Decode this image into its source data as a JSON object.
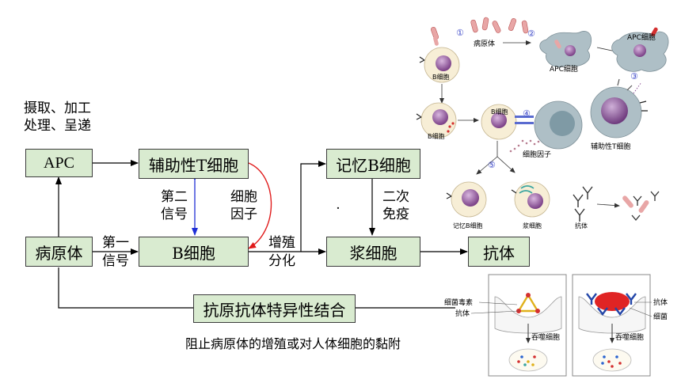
{
  "diagram": {
    "nodes": {
      "apc": "APC",
      "helper_t": "辅助性T细胞",
      "memory_b": "记忆B细胞",
      "pathogen": "病原体",
      "b_cell": "B细胞",
      "plasma": "浆细胞",
      "antibody": "抗体",
      "binding": "抗原抗体特异性结合"
    },
    "labels": {
      "capture_line1": "摄取、加工",
      "capture_line2": "处理、呈递",
      "signal2_line1": "第二",
      "signal2_line2": "信号",
      "cytokine_line1": "细胞",
      "cytokine_line2": "因子",
      "signal1_line1": "第一",
      "signal1_line2": "信号",
      "prolif_line1": "增殖",
      "prolif_line2": "分化",
      "secondary_line1": "二次",
      "secondary_line2": "免疫",
      "prevent": "阻止病原体的增殖或对人体细胞的黏附",
      "dot": "."
    }
  },
  "illustration": {
    "steps": [
      "①",
      "②",
      "③",
      "④",
      "⑤"
    ],
    "pathogen": "病原体",
    "apc": "APC细胞",
    "b_cell": "B细胞",
    "helper_t": "辅助性T细胞",
    "cytokine": "细胞因子",
    "memory_b": "记忆B细胞",
    "plasma": "浆细胞",
    "antibody": "抗体"
  },
  "phagocytosis": {
    "toxin": "细菌毒素",
    "antibody_left": "抗体",
    "phagocyte_left": "吞噬细胞",
    "antibody_right": "抗体",
    "bacteria": "细菌",
    "phagocyte_right": "吞噬细胞"
  },
  "colors": {
    "box_fill": "#d9ebd0",
    "signal2_arrow": "#1f2fd6",
    "cytokine_arrow": "#e01b1b",
    "cell_membrane": "#f7eed6",
    "nucleus": "#8a4f95"
  }
}
